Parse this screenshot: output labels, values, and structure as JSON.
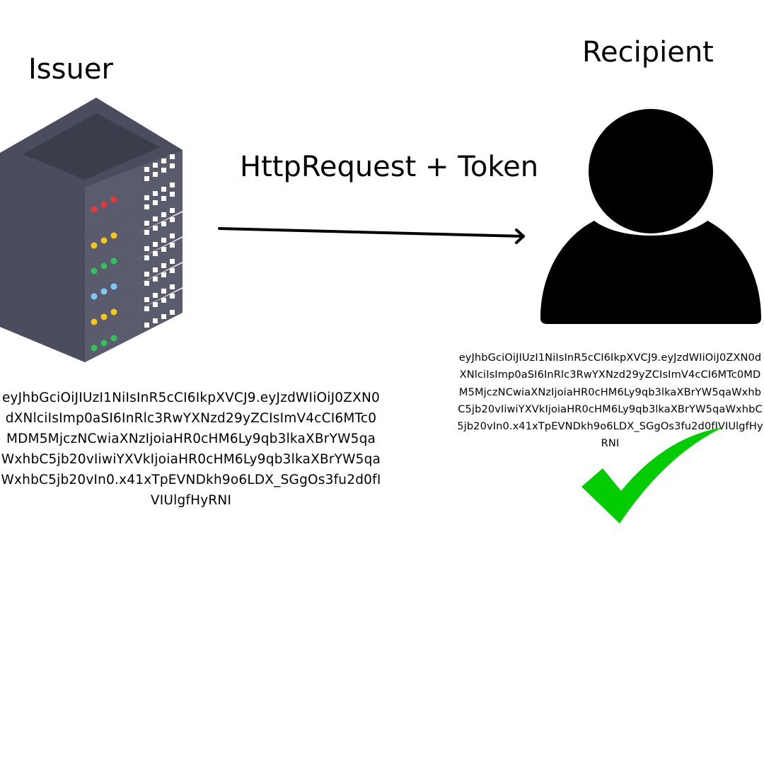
{
  "diagram": {
    "issuer": {
      "title": "Issuer",
      "icon": "server-rack-icon",
      "token": "eyJhbGciOiJIUzI1NiIsInR5cCI6IkpXVCJ9.eyJzdWIiOiJ0ZXN0dXNlciIsImp0aSI6InRlc3RwYXNzd29yZCIsImV4cCI6MTc0MDM5MjczNCwiaXNzIjoiaHR0cHM6Ly9qb3lkaXBrYW5qaWxhbC5jb20vIiwiYXVkIjoiaHR0cHM6Ly9qb3lkaXBrYW5qaWxhbC5jb20vIn0.x41xTpEVNDkh9o6LDX_SGgOs3fu2d0fIVIUlgfHyRNI"
    },
    "connection": {
      "label": "HttpRequest + Token",
      "icon": "right-arrow-icon"
    },
    "recipient": {
      "title": "Recipient",
      "icon": "person-icon",
      "token": "eyJhbGciOiJIUzI1NiIsInR5cCI6IkpXVCJ9.eyJzdWIiOiJ0ZXN0dXNlciIsImp0aSI6InRlc3RwYXNzd29yZCIsImV4cCI6MTc0MDM5MjczNCwiaXNzIjoiaHR0cHM6Ly9qb3lkaXBrYW5qaWxhbC5jb20vIiwiYXVkIjoiaHR0cHM6Ly9qb3lkaXBrYW5qaWxhbC5jb20vIn0.x41xTpEVNDkh9o6LDX_SGgOs3fu2d0fIVIUlgfHyRNI",
      "status_icon": "checkmark-icon",
      "status_color": "#00cc00"
    },
    "colors": {
      "server_body": "#4b4d5e",
      "server_top": "#3c3d4b",
      "led_red": "#e53935",
      "led_yellow": "#f5c518",
      "led_green": "#2ec45a",
      "led_blue": "#7fc8f8"
    }
  }
}
